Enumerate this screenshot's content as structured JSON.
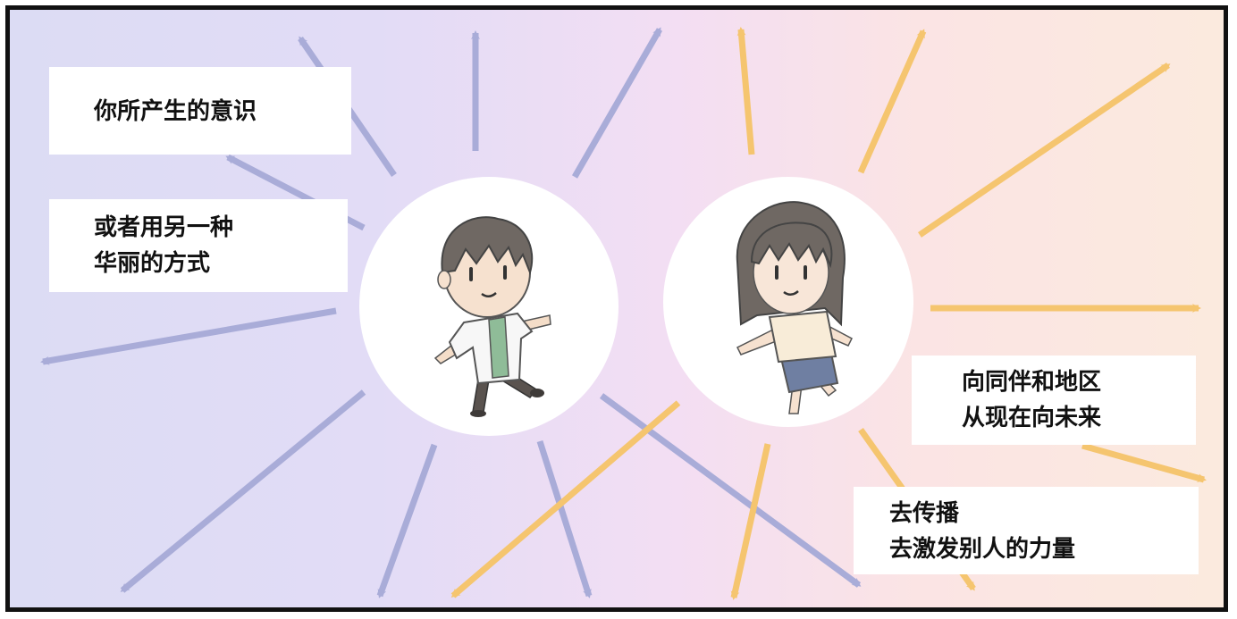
{
  "captions": {
    "consciousness": {
      "line1": "你所产生的意识"
    },
    "another_way": {
      "line1": "或者用另一种",
      "line2": "华丽的方式"
    },
    "to_companions": {
      "line1": "向同伴和地区",
      "line2": "从现在向未来"
    },
    "spread": {
      "line1": "去传播",
      "line2": "去激发别人的力量"
    }
  },
  "characters": [
    {
      "name": "boy",
      "description_icon": "boy-chibi"
    },
    {
      "name": "girl",
      "description_icon": "girl-chibi"
    }
  ],
  "colors": {
    "left_arrows": "#a9acd8",
    "right_arrows": "#f5c56f",
    "border": "#111111",
    "caption_bg": "#ffffff"
  }
}
